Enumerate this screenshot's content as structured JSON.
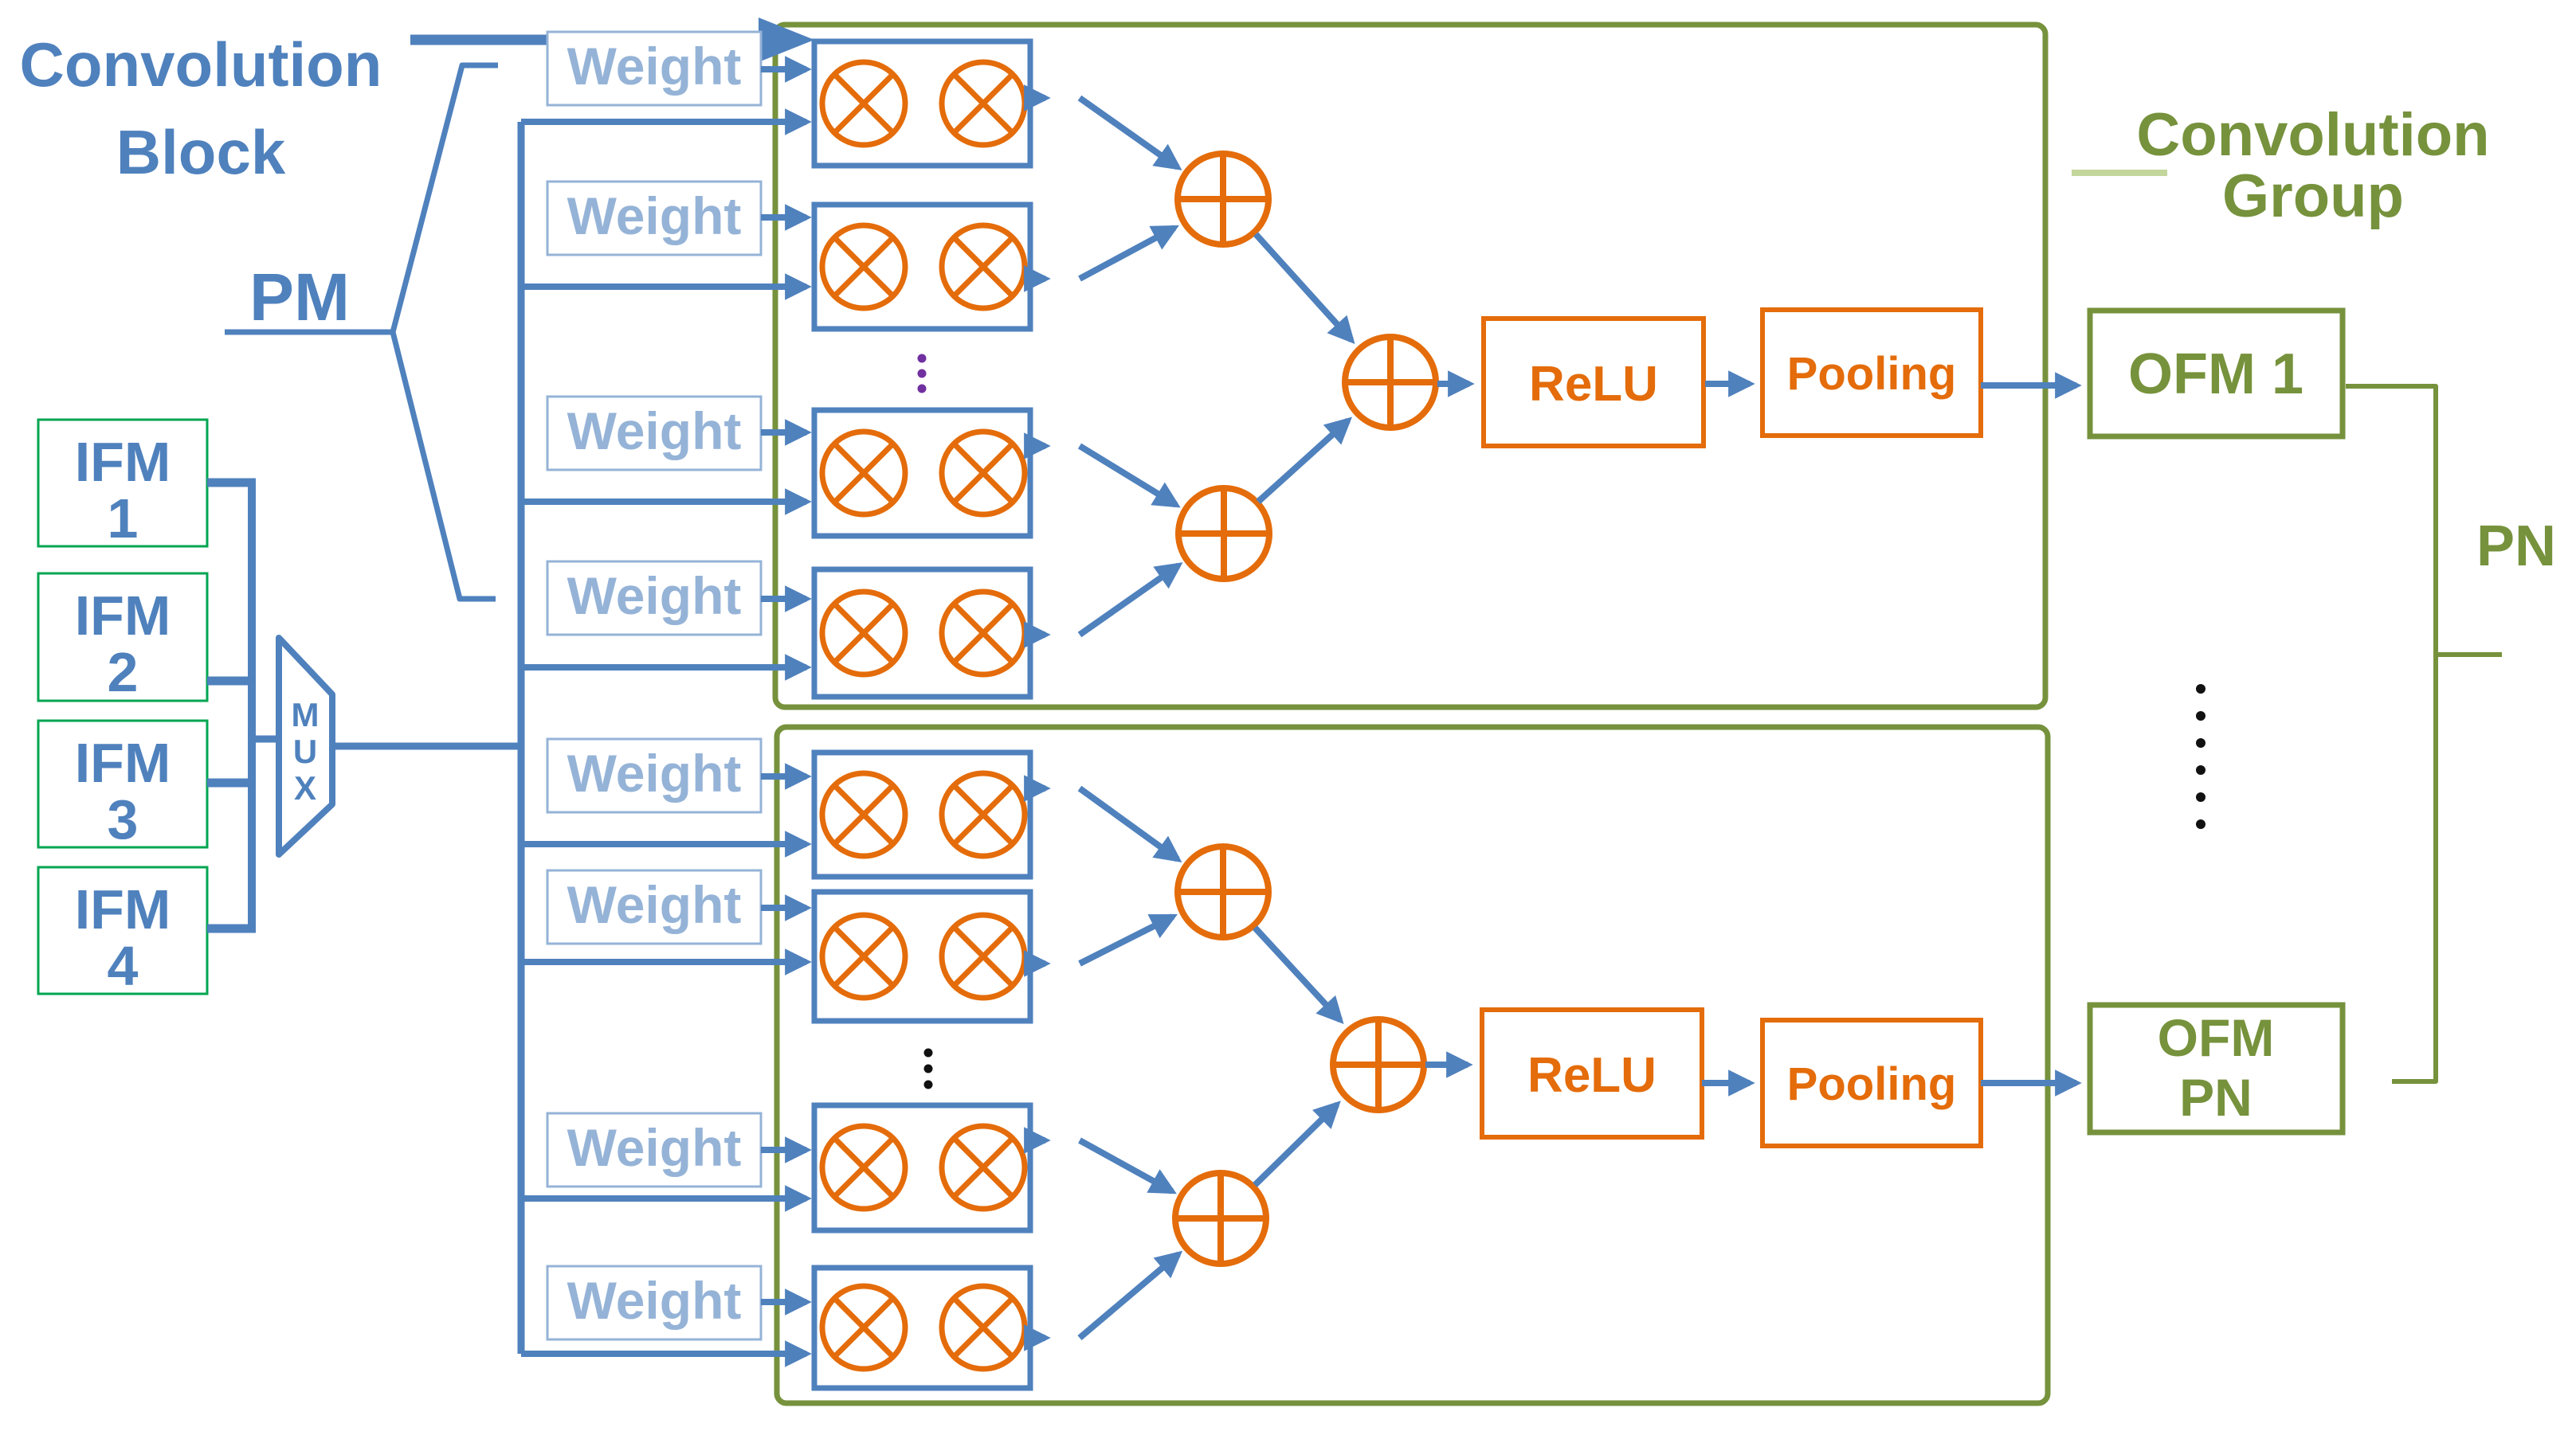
{
  "title": "Convolution Block diagram",
  "colors": {
    "blue": "#4F81BD",
    "lightblue": "#95B3D7",
    "orange": "#E46C0A",
    "olive": "#76923C",
    "lightolive": "#C3D69B",
    "brightgreen": "#00A550",
    "purple": "#7030A0",
    "black": "#111111"
  },
  "labels": {
    "convolution_block_line1": "Convolution",
    "convolution_block_line2": "Block",
    "pm": "PM",
    "pn": "PN",
    "weight": "Weight",
    "relu": "ReLU",
    "pooling": "Pooling",
    "ofm1": "OFM 1",
    "ofm_pn_line1": "OFM",
    "ofm_pn_line2": "PN",
    "conv_group_line1": "Convolution",
    "conv_group_line2": "Group"
  },
  "mux": {
    "letters": [
      "M",
      "U",
      "X"
    ]
  },
  "ifm": [
    {
      "name": "IFM",
      "num": "1"
    },
    {
      "name": "IFM",
      "num": "2"
    },
    {
      "name": "IFM",
      "num": "3"
    },
    {
      "name": "IFM",
      "num": "4"
    }
  ]
}
